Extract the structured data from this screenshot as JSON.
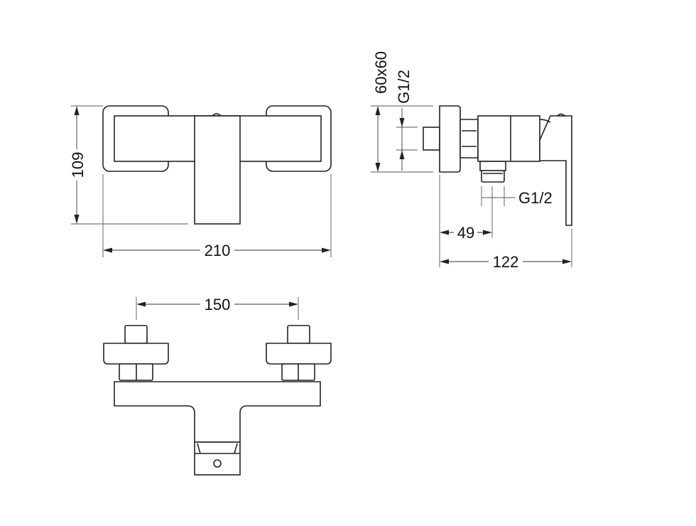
{
  "drawing": {
    "front_view": {
      "height_label": "109",
      "width_label": "210"
    },
    "side_view": {
      "escutcheon_label": "60x60",
      "inlet_thread_label": "G1/2",
      "outlet_thread_label": "G1/2",
      "outlet_offset_label": "49",
      "depth_label": "122"
    },
    "bottom_view": {
      "centers_label": "150"
    },
    "line_color": "#222222"
  }
}
